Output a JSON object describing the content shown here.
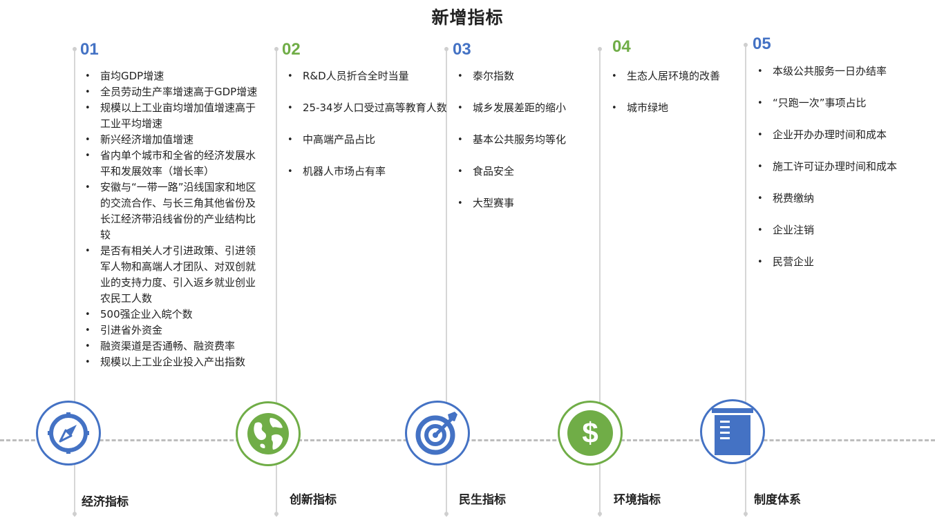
{
  "title": "新增指标",
  "colors": {
    "blue": "#4472C4",
    "green": "#70AD47",
    "line": "#d6d6d6"
  },
  "columns": [
    {
      "number": "01",
      "label": "经济指标",
      "icon": "compass-icon",
      "items": [
        "亩均GDP增速",
        "全员劳动生产率增速高于GDP增速",
        "规模以上工业亩均增加值增速高于工业平均增速",
        "新兴经济增加值增速",
        "省内单个城市和全省的经济发展水平和发展效率（增长率）",
        "安徽与“一带一路”沿线国家和地区的交流合作、与长三角其他省份及长江经济带沿线省份的产业结构比较",
        "是否有相关人才引进政策、引进领军人物和高端人才团队、对双创就业的支持力度、引入返乡就业创业农民工人数",
        "500强企业入皖个数",
        "引进省外资金",
        "融资渠道是否通畅、融资费率",
        "规模以上工业企业投入产出指数"
      ]
    },
    {
      "number": "02",
      "label": "创新指标",
      "icon": "globe-icon",
      "items": [
        "R&D人员折合全时当量",
        "25-34岁人口受过高等教育人数",
        "中高端产品占比",
        "机器人市场占有率"
      ]
    },
    {
      "number": "03",
      "label": "民生指标",
      "icon": "target-icon",
      "items": [
        "泰尔指数",
        "城乡发展差距的缩小",
        "基本公共服务均等化",
        "食品安全",
        "大型赛事"
      ]
    },
    {
      "number": "04",
      "label": "环境指标",
      "icon": "dollar-icon",
      "items": [
        "生态人居环境的改善",
        "城市绿地"
      ]
    },
    {
      "number": "05",
      "label": "制度体系",
      "icon": "document-icon",
      "items": [
        "本级公共服务一日办结率",
        "“只跑一次”事项占比",
        "企业开办办理时间和成本",
        "施工许可证办理时间和成本",
        "税费缴纳",
        "企业注销",
        "民营企业"
      ]
    }
  ]
}
